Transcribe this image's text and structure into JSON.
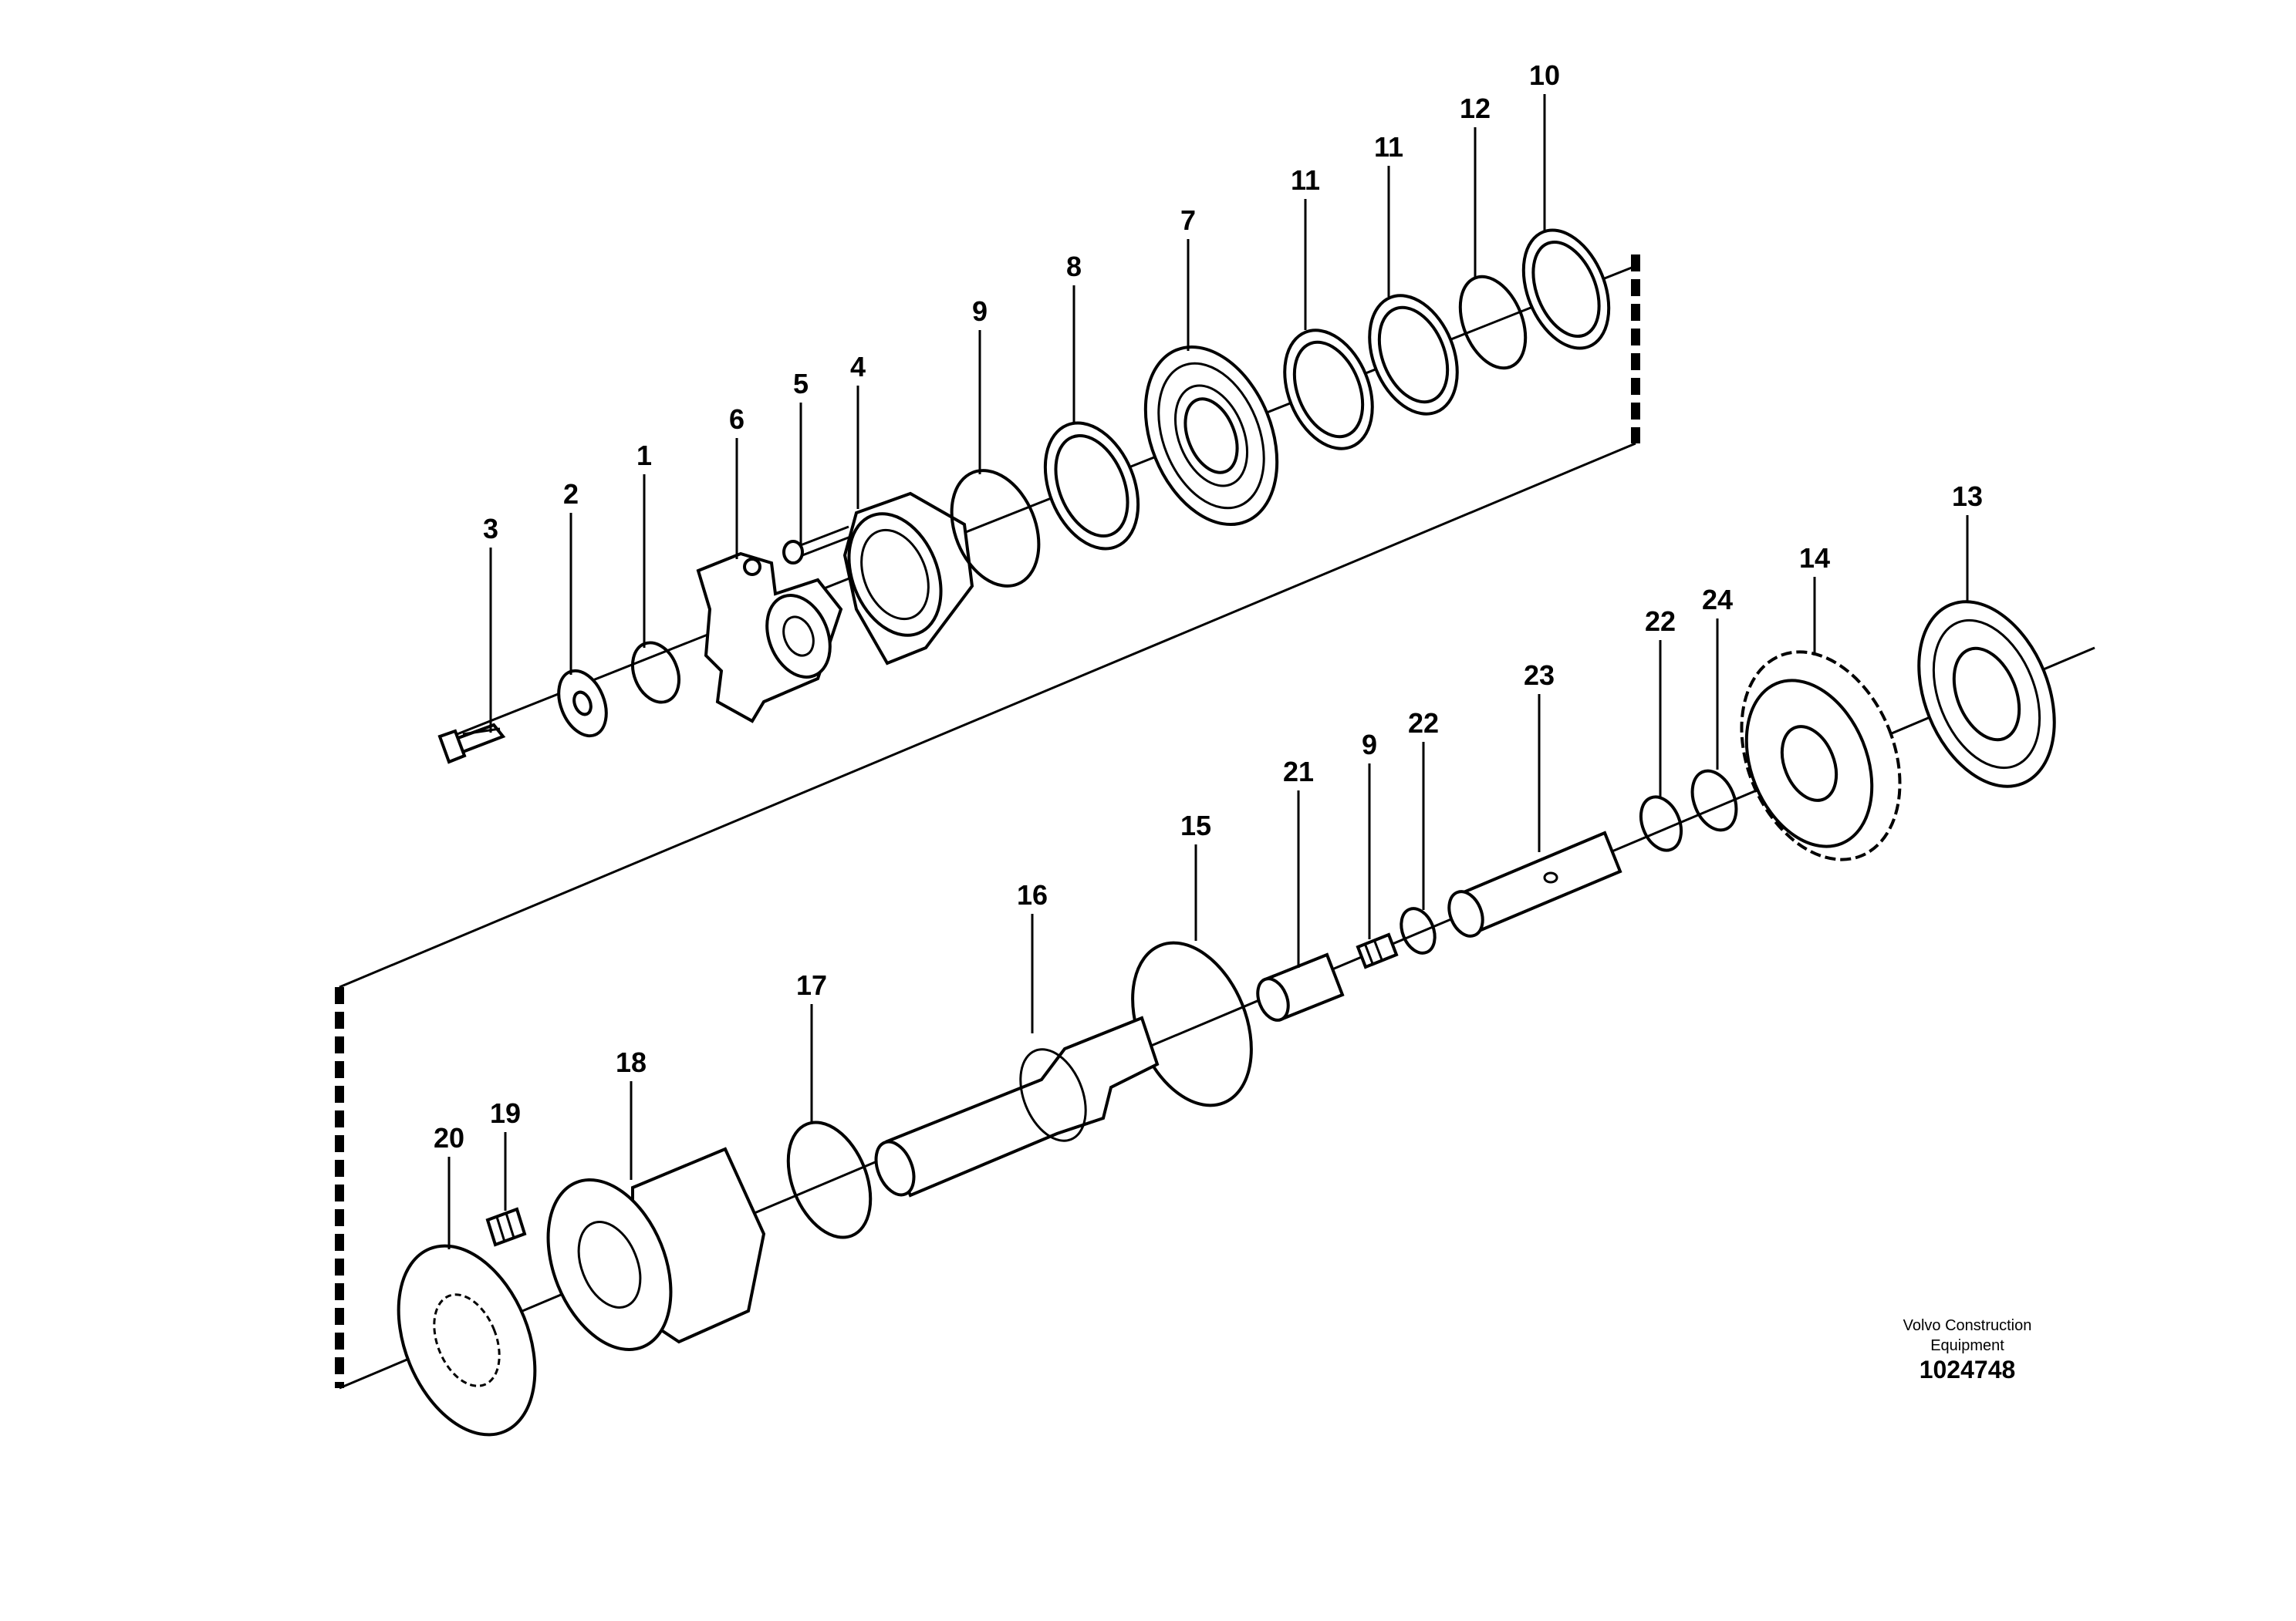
{
  "caption": {
    "line1": "Volvo Construction",
    "line2": "Equipment",
    "figure_number": "1024748"
  },
  "callouts": [
    {
      "key": "c3",
      "label": "3"
    },
    {
      "key": "c2",
      "label": "2"
    },
    {
      "key": "c1",
      "label": "1"
    },
    {
      "key": "c6",
      "label": "6"
    },
    {
      "key": "c5",
      "label": "5"
    },
    {
      "key": "c4",
      "label": "4"
    },
    {
      "key": "c9a",
      "label": "9"
    },
    {
      "key": "c8",
      "label": "8"
    },
    {
      "key": "c7",
      "label": "7"
    },
    {
      "key": "c11a",
      "label": "11"
    },
    {
      "key": "c11b",
      "label": "11"
    },
    {
      "key": "c12",
      "label": "12"
    },
    {
      "key": "c10",
      "label": "10"
    },
    {
      "key": "c13",
      "label": "13"
    },
    {
      "key": "c14",
      "label": "14"
    },
    {
      "key": "c24",
      "label": "24"
    },
    {
      "key": "c22a",
      "label": "22"
    },
    {
      "key": "c23",
      "label": "23"
    },
    {
      "key": "c22b",
      "label": "22"
    },
    {
      "key": "c9b",
      "label": "9"
    },
    {
      "key": "c21",
      "label": "21"
    },
    {
      "key": "c15",
      "label": "15"
    },
    {
      "key": "c16",
      "label": "16"
    },
    {
      "key": "c17",
      "label": "17"
    },
    {
      "key": "c18",
      "label": "18"
    },
    {
      "key": "c19",
      "label": "19"
    },
    {
      "key": "c20",
      "label": "20"
    }
  ]
}
